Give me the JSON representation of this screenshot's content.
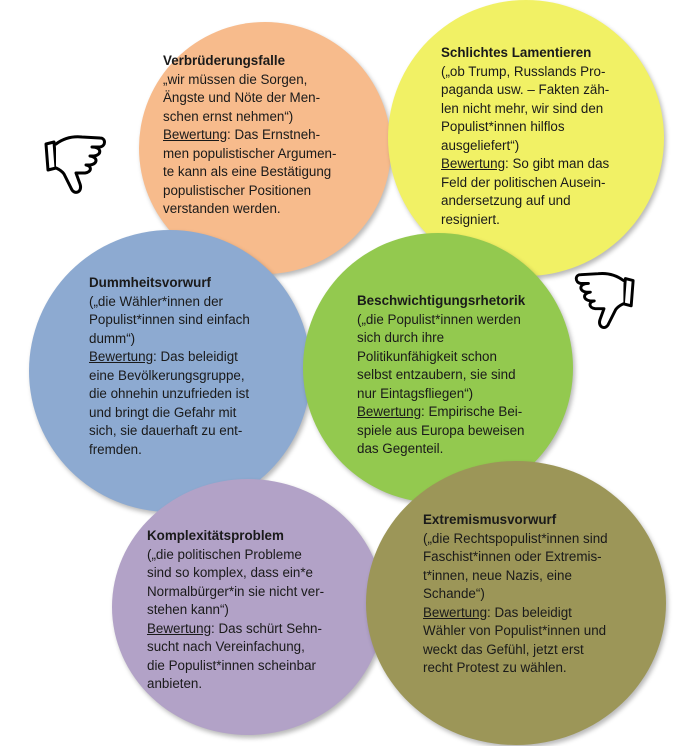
{
  "cards": {
    "orange": {
      "title": "Verbrüderungsfalle",
      "quote": [
        "„wir müssen die Sorgen,",
        "Ängste und Nöte der Men-",
        "schen ernst nehmen“)"
      ],
      "label": "Bewertung",
      "eval_first": ": Das Ernstneh-",
      "eval": [
        "men populistischer Argumen-",
        "te kann als eine Bestätigung",
        "populistischer Positionen",
        "verstanden werden."
      ]
    },
    "yellow": {
      "title": "Schlichtes Lamentieren",
      "quote": [
        "(„ob Trump, Russlands Pro-",
        "paganda usw. – Fakten zäh-",
        "len nicht mehr, wir sind den",
        "Populist*innen hilflos",
        "ausgeliefert“)"
      ],
      "label": "Bewertung",
      "eval_first": ": So gibt man das",
      "eval": [
        "Feld der politischen Ausein-",
        "andersetzung auf und",
        "resigniert."
      ]
    },
    "blue": {
      "title": "Dummheitsvorwurf",
      "quote": [
        "(„die Wähler*innen der",
        "Populist*innen sind einfach",
        "dumm“)"
      ],
      "label": "Bewertung",
      "eval_first": ": Das beleidigt",
      "eval": [
        "eine Bevölkerungsgruppe,",
        "die ohnehin unzufrieden ist",
        "und bringt die Gefahr mit",
        "sich, sie dauerhaft zu ent-",
        "fremden."
      ]
    },
    "green": {
      "title": "Beschwichtigungsrhetorik",
      "quote": [
        "(„die Populist*innen werden",
        "sich durch ihre",
        "Politikunfähigkeit schon",
        "selbst entzaubern, sie sind",
        "nur Eintagsfliegen“)"
      ],
      "label": "Bewertung",
      "eval_first": ": Empirische Bei-",
      "eval": [
        "spiele aus Europa beweisen",
        "das Gegenteil."
      ]
    },
    "purple": {
      "title": "Komplexitätsproblem",
      "quote": [
        "(„die politischen Probleme",
        "sind so komplex, dass ein*e",
        "Normalbürger*in sie nicht ver-",
        "stehen kann“)"
      ],
      "label": "Bewertung",
      "eval_first": ": Das schürt Sehn-",
      "eval": [
        "sucht nach Vereinfachung,",
        "die Populist*innen scheinbar",
        "anbieten."
      ]
    },
    "olive": {
      "title": "Extremismusvorwurf",
      "quote": [
        "(„die Rechtspopulist*innen sind",
        "Faschist*innen oder Extremis-",
        "t*innen, neue Nazis, eine",
        "Schande“)"
      ],
      "label": "Bewertung",
      "eval_first": ": Das beleidigt",
      "eval": [
        "Wähler von Populist*innen und",
        "weckt das Gefühl, jetzt erst",
        "recht Protest zu wählen."
      ]
    }
  },
  "colors": {
    "orange": "#f7bb8c",
    "yellow": "#f1f165",
    "blue": "#8daad1",
    "green": "#93c94f",
    "purple": "#b2a2c7",
    "olive": "#9c9658"
  },
  "icons": [
    "thumbs-down-icon",
    "thumbs-down-icon"
  ]
}
